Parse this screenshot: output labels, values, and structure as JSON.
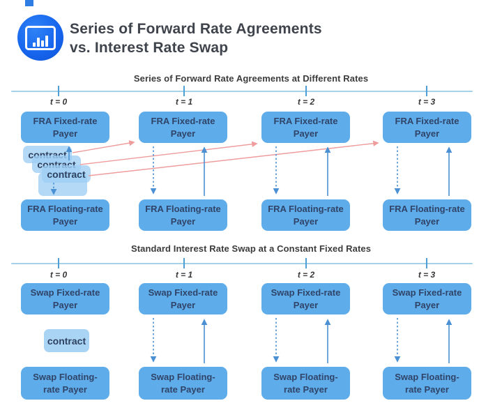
{
  "header": {
    "title": [
      "Series of Forward Rate Agreements",
      "vs. Interest Rate Swap"
    ],
    "logo_icon": "bar-chart-icon"
  },
  "fra": {
    "title": "Series of Forward Rate Agreements at Different Rates",
    "time_labels": [
      "t = 0",
      "t = 1",
      "t = 2",
      "t = 3"
    ],
    "fixed_payer": [
      "FRA Fixed-rate",
      "Payer"
    ],
    "floating_payer": [
      "FRA Floating-rate",
      "Payer"
    ],
    "contracts": [
      "contract",
      "contract",
      "contract"
    ]
  },
  "swap": {
    "title": "Standard Interest Rate Swap at a Constant Fixed Rates",
    "time_labels": [
      "t = 0",
      "t = 1",
      "t = 2",
      "t = 3"
    ],
    "fixed_payer": [
      "Swap Fixed-rate",
      "Payer"
    ],
    "floating_payer": [
      "Swap Floating-",
      "rate Payer"
    ],
    "contract": "contract"
  },
  "colors": {
    "box_fill": "#5FACEA",
    "box_text": "#2F4468",
    "contract_fill": "#A9D4F4",
    "timeline_line": "#A6D2E8",
    "timeline_tick": "#4E9FD6",
    "arrow_blue": "#4A90D2",
    "arrow_red": "#EE9C9C",
    "logo_blue": "#1766EE",
    "title_text": "#3F434B"
  }
}
